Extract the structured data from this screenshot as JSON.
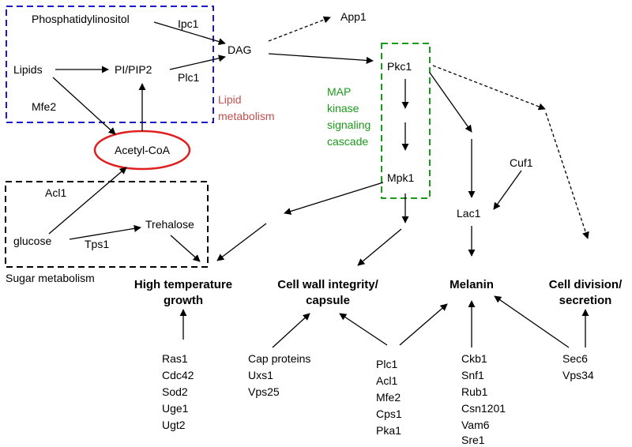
{
  "nodes": {
    "phosphatidylinositol": "Phosphatidylinositol",
    "lipids": "Lipids",
    "pi_pip2": "PI/PIP2",
    "dag": "DAG",
    "app1": "App1",
    "pkc1": "Pkc1",
    "mpk1": "Mpk1",
    "acetyl_coa": "Acetyl-CoA",
    "trehalose": "Trehalose",
    "glucose": "glucose",
    "lac1": "Lac1",
    "cuf1": "Cuf1"
  },
  "edge_labels": {
    "ipc1": "Ipc1",
    "plc1": "Plc1",
    "mfe2": "Mfe2",
    "acl1": "Acl1",
    "tps1": "Tps1"
  },
  "regions": {
    "lipid_metabolism": [
      "Lipid",
      "metabolism"
    ],
    "map_kinase": [
      "MAP",
      "kinase",
      "signaling",
      "cascade"
    ],
    "sugar_metabolism": "Sugar metabolism"
  },
  "phenotypes": {
    "high_temp": [
      "High temperature",
      "growth"
    ],
    "cell_wall": [
      "Cell wall integrity/",
      "capsule"
    ],
    "melanin": [
      "Melanin"
    ],
    "cell_division": [
      "Cell division/",
      "secretion"
    ]
  },
  "gene_lists": {
    "high_temp": [
      "Ras1",
      "Cdc42",
      "Sod2",
      "Uge1",
      "Ugt2"
    ],
    "cell_wall": [
      "Cap proteins",
      "Uxs1",
      "Vps25"
    ],
    "shared": [
      "Plc1",
      "Acl1",
      "Mfe2",
      "Cps1",
      "Pka1"
    ],
    "melanin": [
      "Ckb1",
      "Snf1",
      "Rub1",
      "Csn1201",
      "Vam6",
      "Sre1"
    ],
    "cell_division": [
      "Sec6",
      "Vps34"
    ]
  },
  "colors": {
    "lipid_box": "#1a1acc",
    "map_box": "#1a9a1a",
    "sugar_box": "#000000",
    "acetyl_ellipse": "#e02020",
    "lipid_label": "#c0504d",
    "map_label": "#1a9a1a"
  }
}
